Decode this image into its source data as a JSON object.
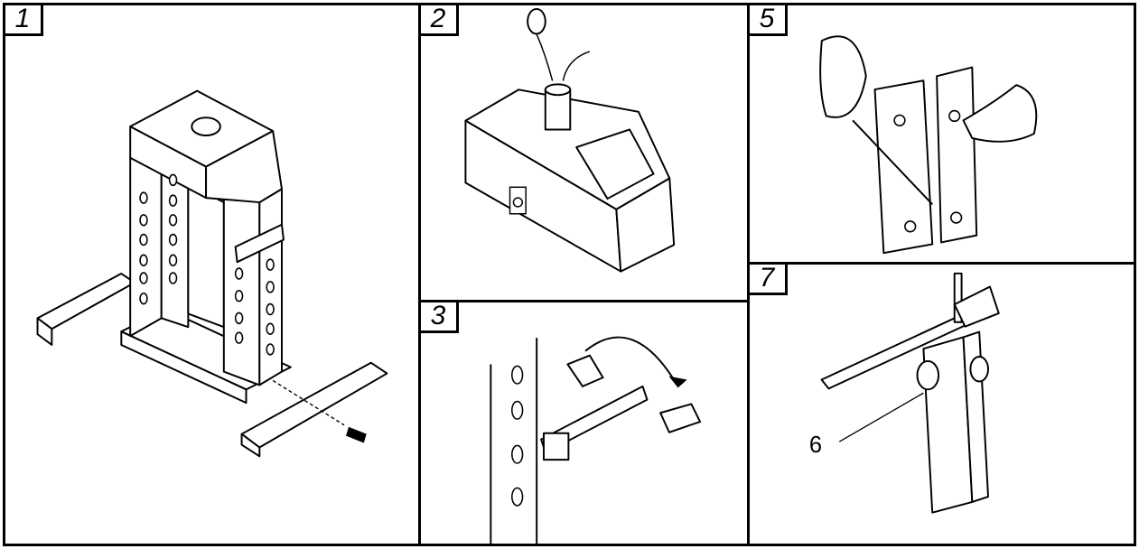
{
  "panels": [
    {
      "id": "p1",
      "number": "1"
    },
    {
      "id": "p2",
      "number": "2"
    },
    {
      "id": "p3",
      "number": "3"
    },
    {
      "id": "p5",
      "number": "5"
    },
    {
      "id": "p7",
      "number": "7",
      "callout": "6"
    }
  ],
  "colors": {
    "ink": "#000000",
    "paper": "#ffffff"
  }
}
